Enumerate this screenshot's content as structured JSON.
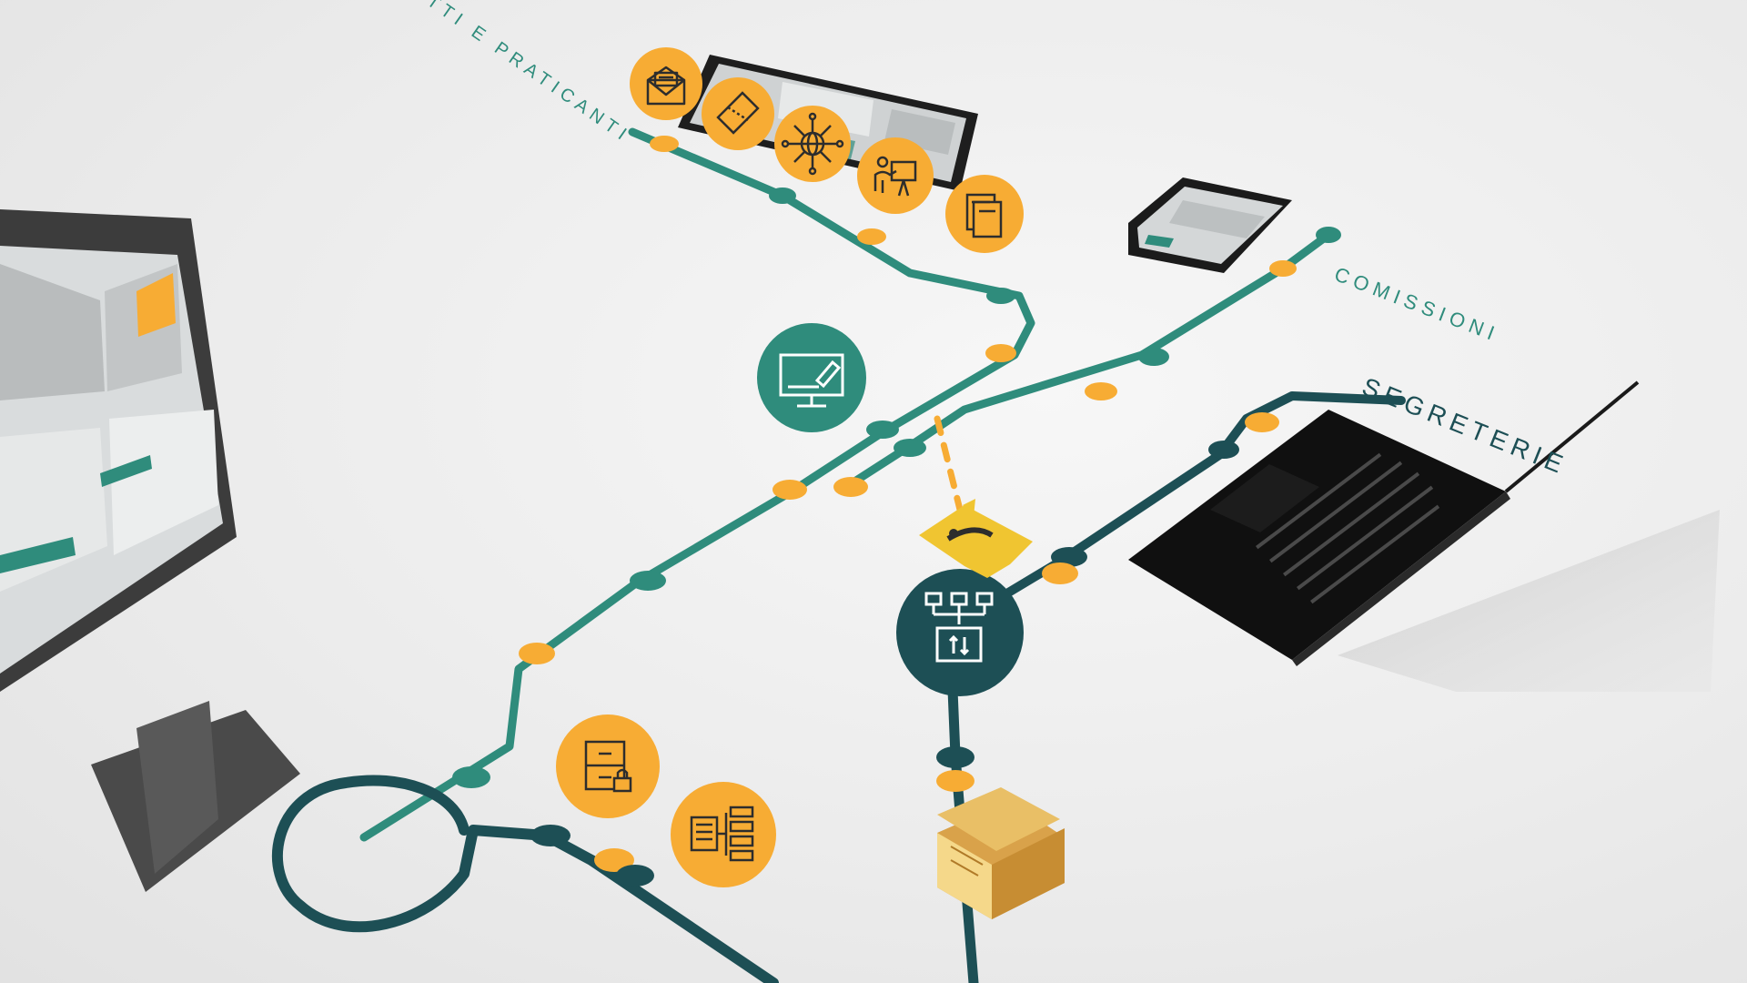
{
  "labels": {
    "praticanti": "TTI E PRATICANTI",
    "commissioni": "COMISSIONI",
    "segreterie": "SEGRETERIE"
  },
  "colors": {
    "teal": "#2f8c7c",
    "dark_teal": "#1d4f55",
    "orange": "#f7ac34",
    "yellow": "#f0c531",
    "screen_gray": "#c5c8c9",
    "device_dark": "#141414"
  },
  "icons": {
    "envelope": "envelope-icon",
    "ticket": "ticket-icon",
    "network": "network-globe-icon",
    "presenter": "presenter-icon",
    "documents": "documents-icon",
    "monitor_edit": "monitor-edit-icon",
    "folder_transfer": "folder-transfer-icon",
    "cabinet_lock": "cabinet-lock-icon",
    "server_list": "server-list-icon",
    "chat": "chat-bubble-icon",
    "archive": "archive-folders-icon"
  },
  "devices": [
    "desktop-monitor",
    "tablet",
    "smartphone",
    "laptop"
  ]
}
